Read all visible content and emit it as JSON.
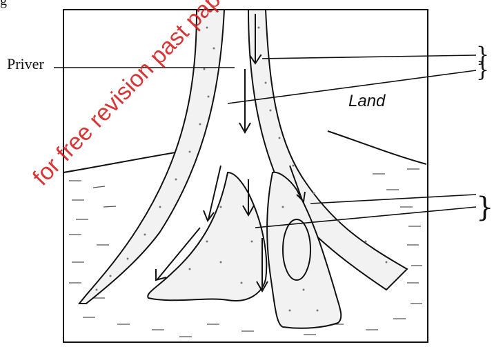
{
  "diagram": {
    "top_fragment": "g",
    "river_label": "Priver",
    "land_label": "Land",
    "watermark": "for free revision past papers visit: w",
    "bracket_symbol": "}",
    "colors": {
      "ink": "#111111",
      "watermark": "#d62020",
      "sediment": "#888888",
      "water": "#555555"
    }
  }
}
